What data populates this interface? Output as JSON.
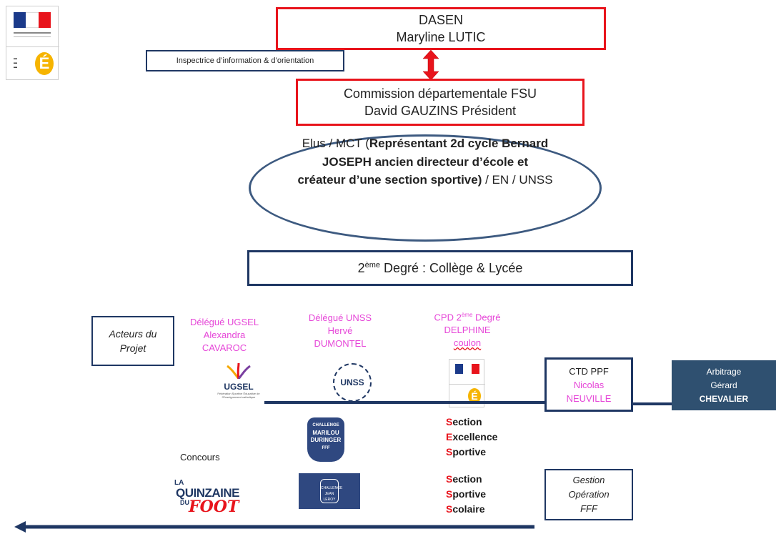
{
  "dasen": {
    "title": "DASEN",
    "name": "Maryline LUTIC"
  },
  "inspectrice": {
    "label": "Inspectrice d’information & d’orientation"
  },
  "commission": {
    "line1": "Commission départementale FSU",
    "line2": "David GAUZINS Président"
  },
  "elus": {
    "part1": "Elus / MCT (",
    "bold": "Représentant 2d cycle  Bernard JOSEPH ancien directeur d’école et créateur d’une section sportive)",
    "part2": "  / EN / UNSS"
  },
  "degre": {
    "num": "2",
    "sup": "ème",
    "rest": " Degré : Collège & Lycée"
  },
  "acteurs": {
    "line1": "Acteurs du",
    "line2": "Projet"
  },
  "ugsel": {
    "line1": "Délégué UGSEL",
    "line2": "Alexandra",
    "line3": "CAVAROC",
    "logo_text": "UGSEL",
    "logo_sub": "Fédération Sportive Éducative de l’Enseignement catholique"
  },
  "unss": {
    "line1": "Délégué UNSS",
    "line2": "Hervé",
    "line3": "DUMONTEL",
    "logo_text": "UNSS"
  },
  "cpd": {
    "pre": "CPD 2",
    "sup": "ème",
    "post": " Degré",
    "line2": "DELPHINE",
    "line3": "coulon"
  },
  "ctd": {
    "line1": "CTD PPF",
    "line2": "Nicolas",
    "line3": "NEUVILLE"
  },
  "arbitrage": {
    "line1": "Arbitrage",
    "line2": "Gérard",
    "line3": "CHEVALIER"
  },
  "challenge_marilou": {
    "l1": "CHALLENGE",
    "l2": "MARILOU",
    "l3": "DURINGER",
    "l4": "FFF"
  },
  "challenge_jl": {
    "l1": "CHALLENGE",
    "l2": "JEAN LEROY"
  },
  "concours": {
    "label": "Concours"
  },
  "quinzaine": {
    "l1": "LA",
    "l2": "QUINZAINE",
    "l3": "DU",
    "l4": "FOOT"
  },
  "ses": {
    "s1": "S",
    "t1": "ection",
    "s2": "E",
    "t2": "xcellence",
    "s3": "S",
    "t3": "portive"
  },
  "sss": {
    "s1": "S",
    "t1": "ection",
    "s2": "S",
    "t2": "portive",
    "s3": "S",
    "t3": "colaire"
  },
  "gestion": {
    "line1": "Gestion",
    "line2": "Opération",
    "line3": "FFF"
  },
  "colors": {
    "red": "#e8141c",
    "navy": "#1f3763",
    "pink": "#e647d8",
    "arbitrage_bg": "#2f5070"
  }
}
